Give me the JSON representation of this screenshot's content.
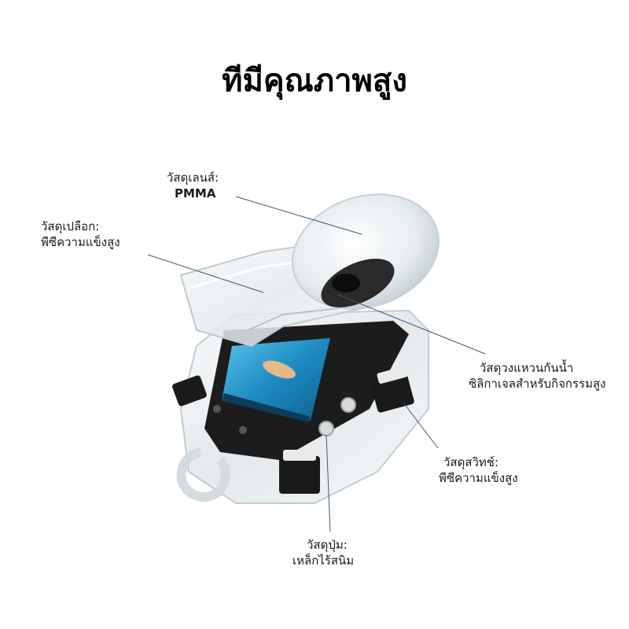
{
  "title": "ทีมีคุณภาพสูง",
  "callouts": {
    "lens": {
      "heading": "วัสดุเลนส์:",
      "value": "PMMA"
    },
    "shell": {
      "heading": "วัสดุเปลือก:",
      "value": "พีซีความแข็งสูง"
    },
    "ring": {
      "heading": "วัสดุวงแหวนกันน้ำ",
      "value": "ซิลิกาเจลสำหรับกิจกรรมสูง"
    },
    "switch": {
      "heading": "วัสดุสวิทช์:",
      "value": "พีซีความแข็งสูง"
    },
    "button": {
      "heading": "วัสดุปุ่ม:",
      "value": "เหล็กไร้สนิม"
    }
  },
  "colors": {
    "leader_line": "#3a5a78",
    "camera_body": "#1c1c1c",
    "screen_water": "#1f8fc4",
    "housing": "#e8edf0"
  }
}
